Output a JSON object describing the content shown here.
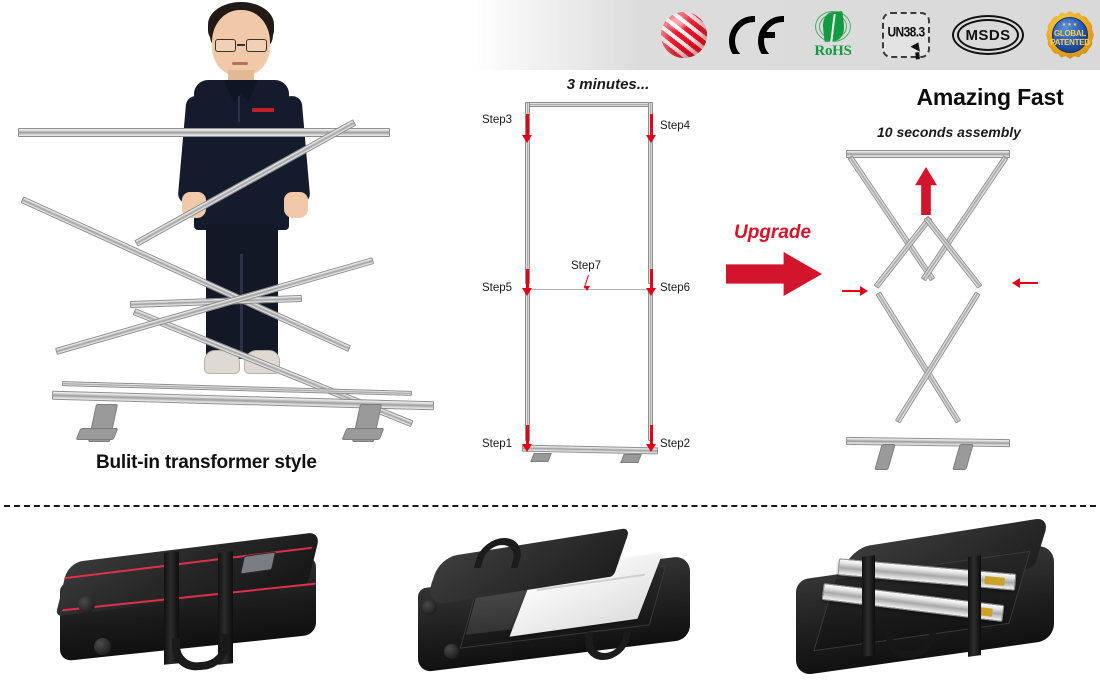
{
  "certifications": [
    {
      "name": "red-striped-sphere-badge",
      "label": ""
    },
    {
      "name": "ce-mark-badge",
      "label": "CE"
    },
    {
      "name": "rohs-badge",
      "label": "RoHS"
    },
    {
      "name": "un383-badge",
      "label": "UN38.3"
    },
    {
      "name": "msds-badge",
      "label": "MSDS"
    },
    {
      "name": "global-patented-badge",
      "label_line1": "GLOBAL",
      "label_line2": "PATENTED",
      "stars": "★★★"
    }
  ],
  "left_panel": {
    "caption": "Bulit-in transformer style"
  },
  "center_panel": {
    "title": "3 minutes...",
    "steps": [
      {
        "id": "step1",
        "label": "Step1"
      },
      {
        "id": "step2",
        "label": "Step2"
      },
      {
        "id": "step3",
        "label": "Step3"
      },
      {
        "id": "step4",
        "label": "Step4"
      },
      {
        "id": "step5",
        "label": "Step5"
      },
      {
        "id": "step6",
        "label": "Step6"
      },
      {
        "id": "step7",
        "label": "Step7"
      }
    ]
  },
  "upgrade": {
    "label": "Upgrade"
  },
  "right_panel": {
    "headline": "Amazing Fast",
    "subtitle": "10 seconds assembly"
  },
  "bottom_row": {
    "items": [
      {
        "name": "closed-rolling-bag"
      },
      {
        "name": "open-bag-with-fabric"
      },
      {
        "name": "open-bag-with-frame-rails"
      }
    ]
  },
  "colors": {
    "red": "#e2001a",
    "upgrade_red": "#d2142c",
    "band_gray": "#d9d9d9",
    "aluminum": "#9d9d9d"
  }
}
